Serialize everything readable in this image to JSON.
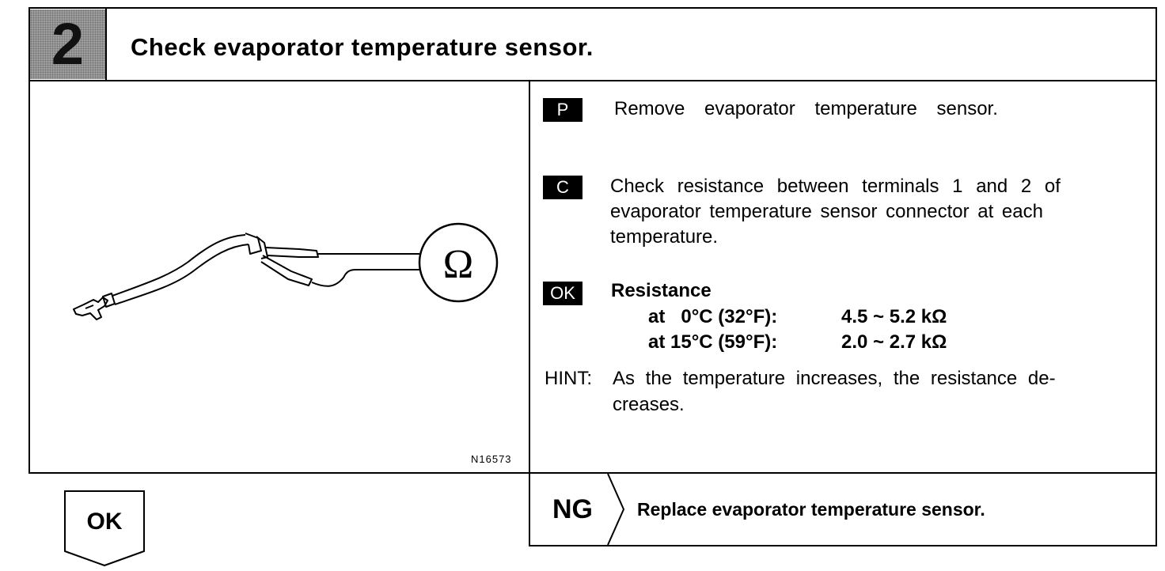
{
  "step": {
    "number": "2",
    "title": "Check evaporator temperature sensor."
  },
  "figure": {
    "meter_symbol": "Ω",
    "code": "N16573"
  },
  "instructions": {
    "p": {
      "tag": "P",
      "text": "Remove evaporator temperature sensor."
    },
    "c": {
      "tag": "C",
      "line1": "Check resistance between terminals 1 and 2 of",
      "line2": "evaporator temperature sensor connector at each",
      "line3": "temperature."
    },
    "ok": {
      "tag": "OK",
      "heading": "Resistance",
      "rows": [
        {
          "cond": "at   0°C (32°F):",
          "value": "4.5 ~ 5.2 kΩ"
        },
        {
          "cond": "at 15°C (59°F):",
          "value": "2.0 ~ 2.7 kΩ"
        }
      ]
    },
    "hint": {
      "label": "HINT:",
      "line1": "As the temperature increases, the resistance de-",
      "line2": "creases."
    }
  },
  "results": {
    "ok_label": "OK",
    "ng_label": "NG",
    "ng_action": "Replace evaporator temperature sensor."
  }
}
